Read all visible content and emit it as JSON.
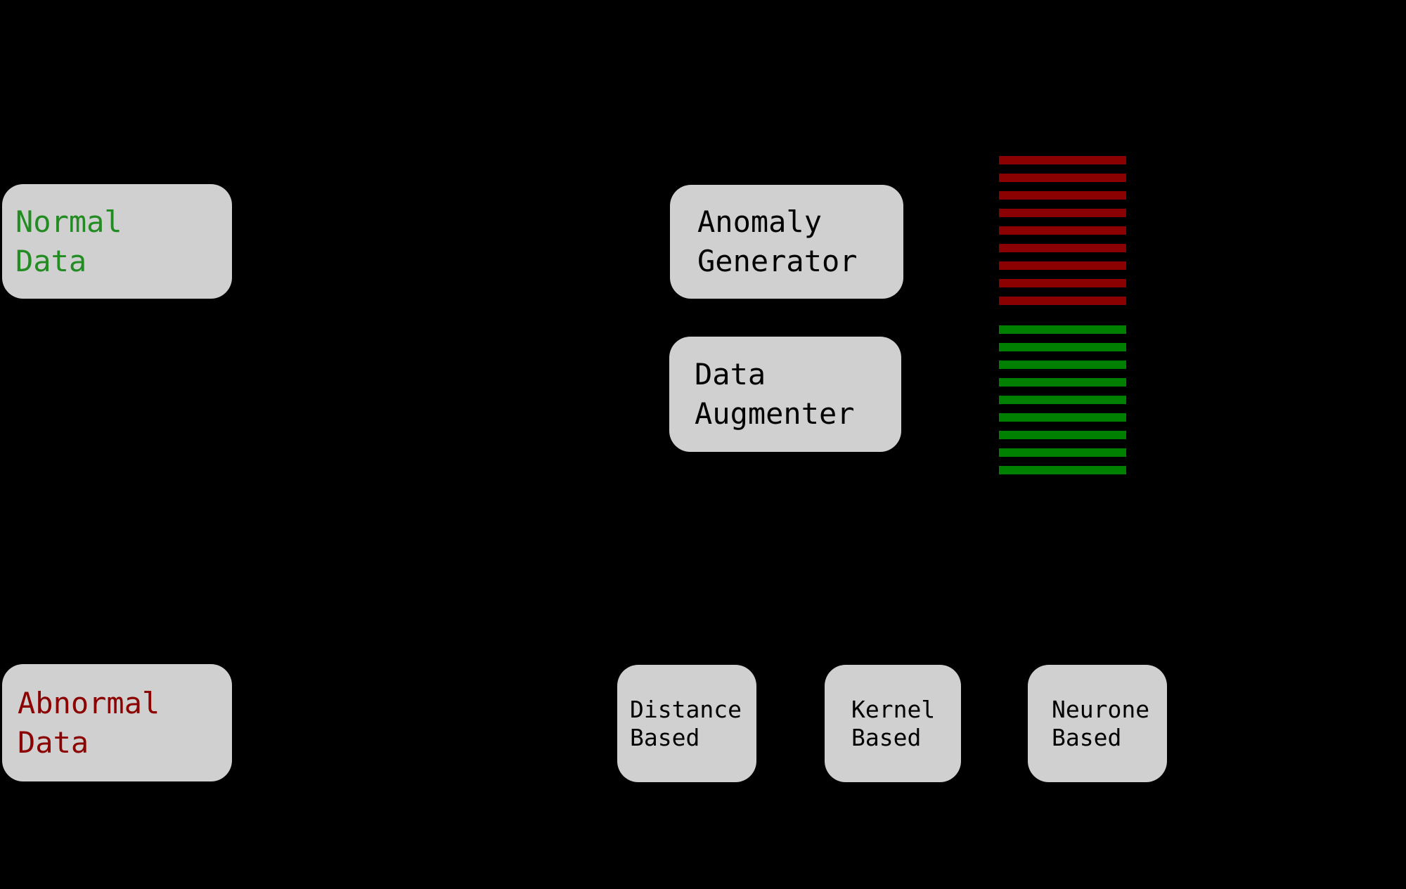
{
  "diagram": {
    "background_color": "#000000",
    "node_fill_color": "#d0d0d0",
    "nodes": {
      "normal_data": {
        "lines": [
          "Normal",
          "Data"
        ],
        "text_color": "#228B22"
      },
      "abnormal_data": {
        "lines": [
          "Abnormal",
          "Data"
        ],
        "text_color": "#8B0000"
      },
      "anomaly_generator": {
        "lines": [
          "Anomaly",
          "Generator"
        ],
        "text_color": "#000000"
      },
      "data_augmenter": {
        "lines": [
          "Data",
          "Augmenter"
        ],
        "text_color": "#000000"
      },
      "distance_based": {
        "lines": [
          "Distance",
          "Based"
        ],
        "text_color": "#000000"
      },
      "kernel_based": {
        "lines": [
          "Kernel",
          "Based"
        ],
        "text_color": "#000000"
      },
      "neurone_based": {
        "lines": [
          "Neurone",
          "Based"
        ],
        "text_color": "#000000"
      }
    },
    "stripes": {
      "abnormal": {
        "color": "#8B0000",
        "count": 9
      },
      "normal": {
        "color": "#008000",
        "count": 9
      }
    }
  }
}
